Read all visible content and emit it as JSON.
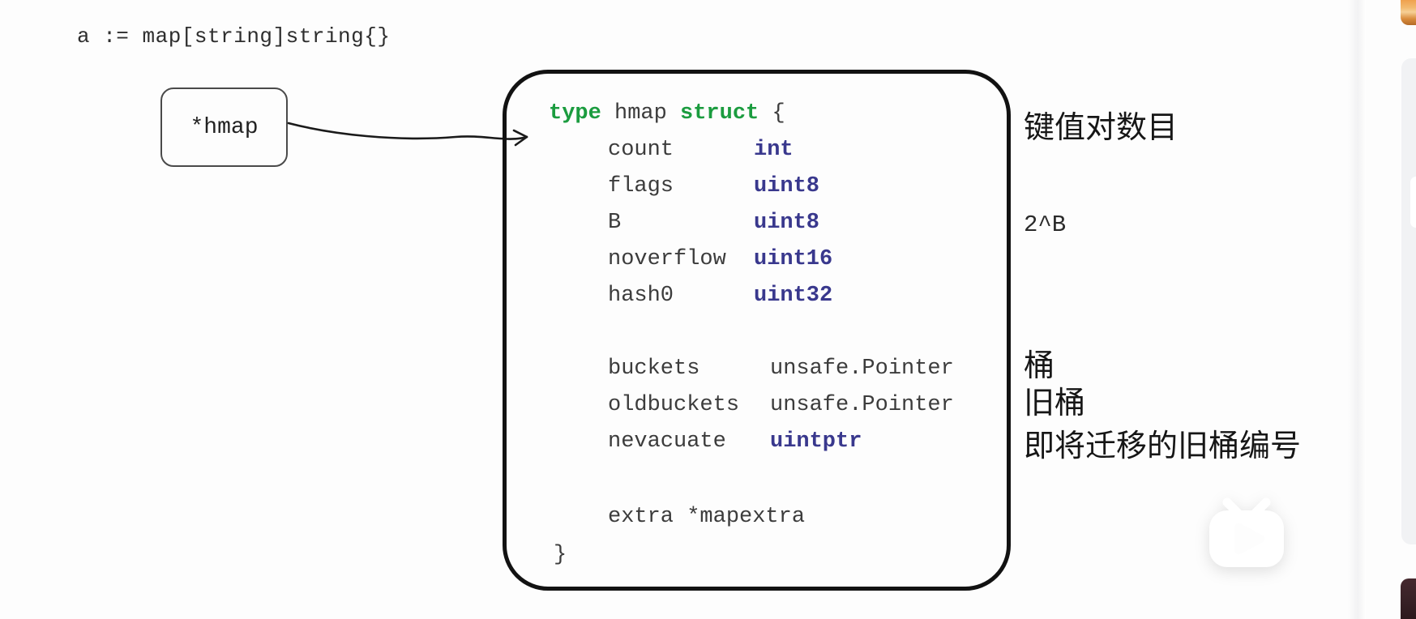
{
  "declaration": {
    "text": "a := map[string]string{}"
  },
  "pointer_box": {
    "label": "*hmap"
  },
  "struct_box": {
    "header": {
      "keyword_type": "type",
      "name": " hmap ",
      "keyword_struct": "struct",
      "open_brace": " {"
    },
    "fields": [
      {
        "name": "count",
        "type": "int",
        "highlighted": true
      },
      {
        "name": "flags",
        "type": "uint8",
        "highlighted": true
      },
      {
        "name": "B",
        "type": "uint8",
        "highlighted": true
      },
      {
        "name": "noverflow",
        "type": "uint16",
        "highlighted": true
      },
      {
        "name": "hash0",
        "type": "uint32",
        "highlighted": true
      },
      {
        "name": "buckets",
        "type": "unsafe.Pointer",
        "highlighted": false
      },
      {
        "name": "oldbuckets",
        "type": "unsafe.Pointer",
        "highlighted": false
      },
      {
        "name": "nevacuate",
        "type": "uintptr",
        "highlighted": true
      },
      {
        "name": "extra *mapextra",
        "type": "",
        "highlighted": false
      }
    ],
    "closing_brace": "}"
  },
  "annotations": {
    "count_note": "键值对数目",
    "b_note": "2^B",
    "buckets_note": "桶",
    "oldbuckets_note": "旧桶",
    "nevacuate_note": "即将迁移的旧桶编号"
  },
  "watermark": {
    "icon": "bilibili-tv-play-icon"
  },
  "colors": {
    "keyword_green": "#1b9c3f",
    "type_blue": "#39388d",
    "code_gray": "#3c3c3c",
    "outline_black": "#121212",
    "sidebar_panel_gray": "#f1f2f4",
    "sidebar_orange": "#e8a04c",
    "thumbnail_maroon": "#3a2328",
    "background": "#fdfdfd"
  }
}
